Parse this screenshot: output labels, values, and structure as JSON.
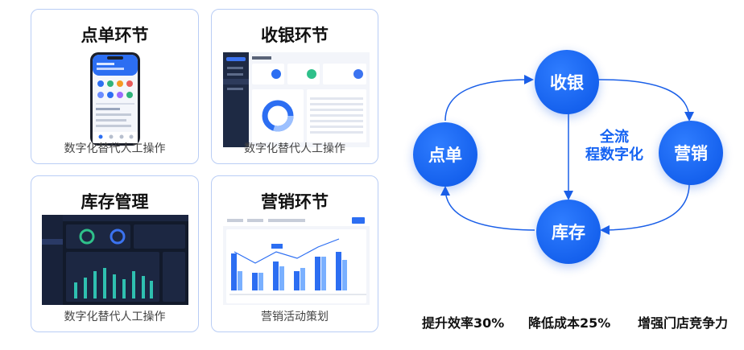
{
  "cards": [
    {
      "title": "点单环节",
      "subtitle": "数字化替代人工操作"
    },
    {
      "title": "收银环节",
      "subtitle": "数字化替代人工操作"
    },
    {
      "title": "库存管理",
      "subtitle": "数字化替代人工操作"
    },
    {
      "title": "营销环节",
      "subtitle": "营销活动策划"
    }
  ],
  "cycle": {
    "nodes": {
      "top": "收银",
      "left": "点单",
      "right": "营销",
      "bottom": "库存"
    },
    "center_line1": "全流",
    "center_line2": "程数字化"
  },
  "stats": [
    "提升效率30%",
    "降低成本25%",
    "增强门店竞争力"
  ],
  "colors": {
    "accent": "#0a55e6",
    "card_border": "#b9cdf5",
    "center_text": "#1563f2"
  }
}
